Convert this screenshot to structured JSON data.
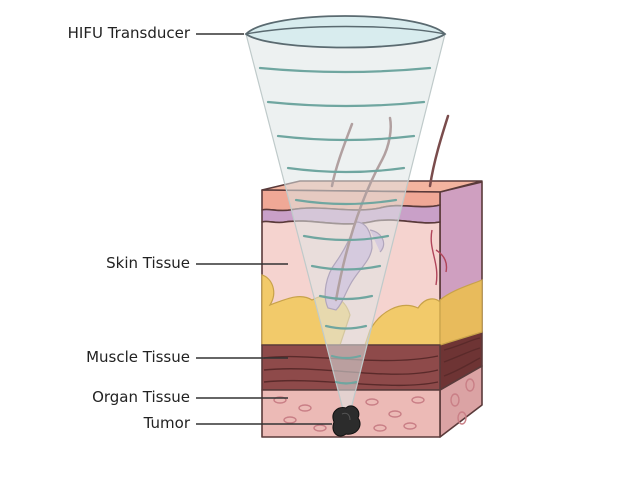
{
  "labels": {
    "transducer": "HIFU Transducer",
    "skin": "Skin Tissue",
    "muscle": "Muscle Tissue",
    "organ": "Organ Tissue",
    "tumor": "Tumor"
  },
  "colors": {
    "epidermis": "#f3b49f",
    "dermis_top": "#c9a0c8",
    "dermis": "#f5d3cf",
    "fat": "#f2ca6a",
    "side": "#cf9fc0",
    "muscle": "#8e4a4a",
    "organ": "#ecbab6",
    "organ_cells": "#c97f86",
    "tumor": "#2c2c2c",
    "beam": "#dfe6e6",
    "transducer": "#d8ecee",
    "waves": "#6fa6a0"
  },
  "icons": {
    "hair_follicle": "hair-follicle-icon",
    "hair": "hair-icon"
  }
}
